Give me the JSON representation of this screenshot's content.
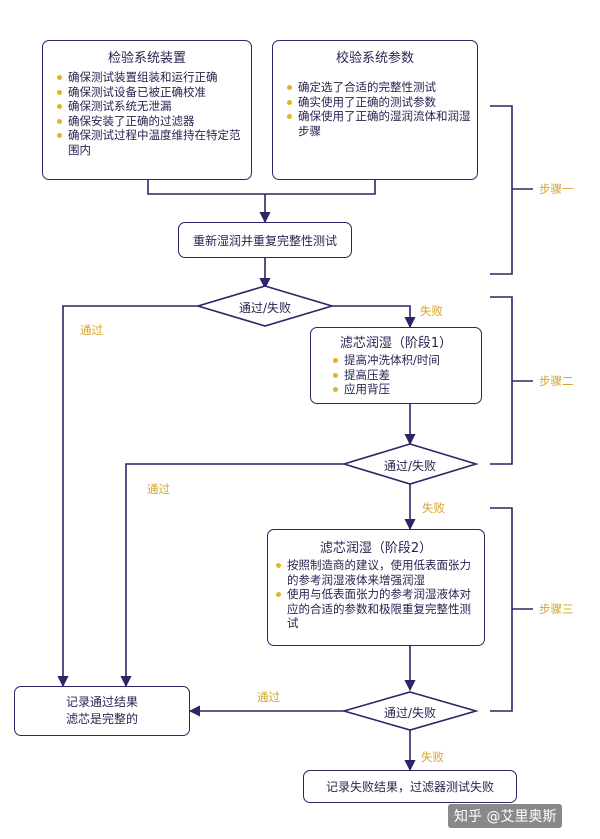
{
  "boxes": {
    "check_device": {
      "title": "检验系统装置",
      "items": [
        "确保测试装置组装和运行正确",
        "确保测试设备已被正确校准",
        "确保测试系统无泄漏",
        "确保安装了正确的过滤器",
        "确保测试过程中温度维持在特定范围内"
      ]
    },
    "check_params": {
      "title": "校验系统参数",
      "items": [
        "确定选了合适的完整性测试",
        "确实使用了正确的测试参数",
        "确保使用了正确的湿润流体和润湿步骤"
      ]
    },
    "rewet": {
      "text": "重新湿润并重复完整性测试"
    },
    "stage1": {
      "title": "滤芯润湿（阶段1）",
      "items": [
        "提高冲洗体积/时间",
        "提高压差",
        "应用背压"
      ]
    },
    "stage2": {
      "title": "滤芯润湿（阶段2）",
      "items": [
        "按照制造商的建议，使用低表面张力的参考润湿液体来增强润湿",
        "使用与低表面张力的参考润湿液体对应的合适的参数和极限重复完整性测试"
      ]
    },
    "pass_result": {
      "lines": [
        "记录通过结果",
        "滤芯是完整的"
      ]
    },
    "fail_result": {
      "text": "记录失败结果，过滤器测试失败"
    }
  },
  "decisions": [
    "通过/失败",
    "通过/失败",
    "通过/失败"
  ],
  "labels": {
    "pass": "通过",
    "fail": "失败",
    "step1": "步骤一",
    "step2": "步骤二",
    "step3": "步骤三"
  },
  "watermark": "知乎 @艾里奥斯"
}
